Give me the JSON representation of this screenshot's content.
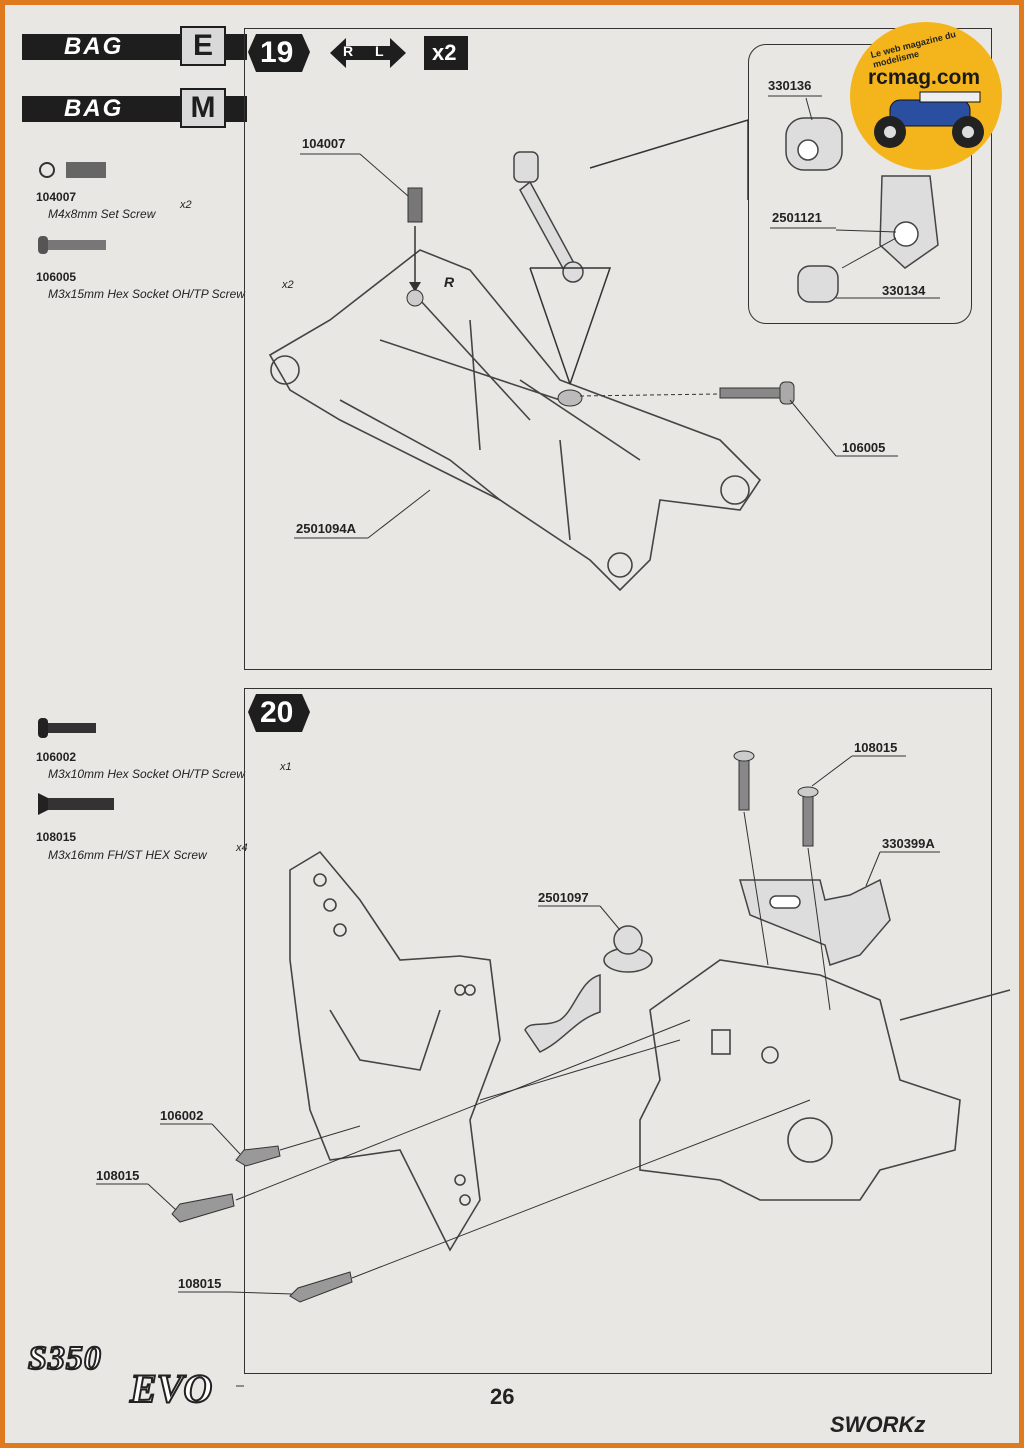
{
  "bags": [
    {
      "label": "BAG",
      "letter": "E"
    },
    {
      "label": "BAG",
      "letter": "M"
    }
  ],
  "step19": {
    "number": "19",
    "side_badge": [
      "R",
      "L"
    ],
    "multiplier": "x2",
    "parts_list": [
      {
        "id": "104007",
        "desc": "M4x8mm Set Screw",
        "qty": "x2"
      },
      {
        "id": "106005",
        "desc": "M3x15mm Hex Socket OH/TP Screw",
        "qty": "x2"
      }
    ],
    "callouts": {
      "set_screw": "104007",
      "detail_nut": "330136",
      "detail_rod_end": "2501121",
      "detail_ball": "330134",
      "screw": "106005",
      "arm": "2501094A",
      "arm_mark": "R"
    }
  },
  "step20": {
    "number": "20",
    "parts_list": [
      {
        "id": "106002",
        "desc": "M3x10mm Hex Socket OH/TP Screw",
        "qty": "x1"
      },
      {
        "id": "108015",
        "desc": "M3x16mm FH/ST HEX Screw",
        "qty": "x4"
      }
    ],
    "callouts": {
      "top_screws": "108015",
      "mount": "330399A",
      "shock_part": "2501097",
      "left_screw_a": "106002",
      "left_screw_b": "108015",
      "bottom_screw": "108015"
    }
  },
  "footer": {
    "page_number": "26",
    "model_a": "S350",
    "model_b": "EVO",
    "brand": "SWORKz"
  },
  "watermark": {
    "tagline": "Le web magazine du modelisme",
    "site": "rcmag.com"
  }
}
